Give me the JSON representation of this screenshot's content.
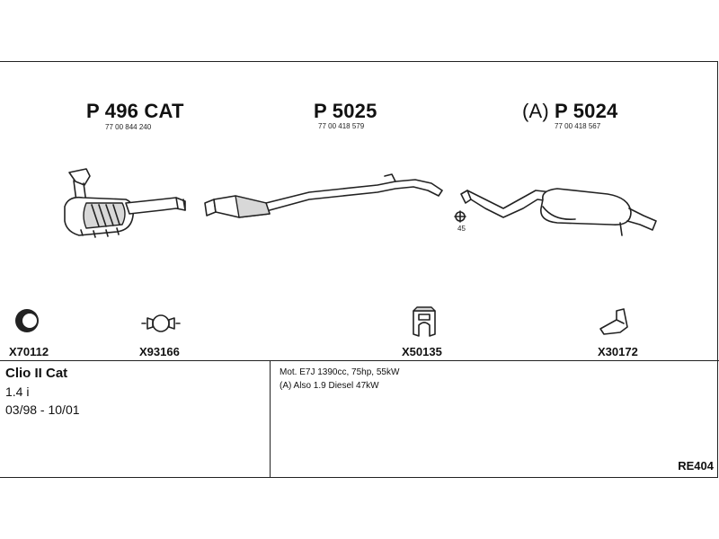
{
  "parts": [
    {
      "prefix": "",
      "code": "P 496 CAT",
      "oem": "77 00 844 240"
    },
    {
      "prefix": "",
      "code": "P 5025",
      "oem": "77 00 418 579"
    },
    {
      "prefix": "(A)",
      "code": "P 5024",
      "oem": "77 00 418 567"
    }
  ],
  "small_label": "45",
  "accessories": [
    {
      "code": "X70112",
      "icon": "rubber-ring-icon"
    },
    {
      "code": "X93166",
      "icon": "pipe-clamp-icon"
    },
    {
      "code": "X50135",
      "icon": "rubber-hanger-icon"
    },
    {
      "code": "X30172",
      "icon": "mounting-bracket-icon"
    }
  ],
  "vehicle": {
    "model": "Clio II Cat",
    "engine": "1.4 i",
    "years": "03/98 - 10/01"
  },
  "notes": [
    "Mot. E7J 1390cc, 75hp, 55kW",
    "(A) Also 1.9 Diesel 47kW"
  ],
  "reference": "RE404"
}
